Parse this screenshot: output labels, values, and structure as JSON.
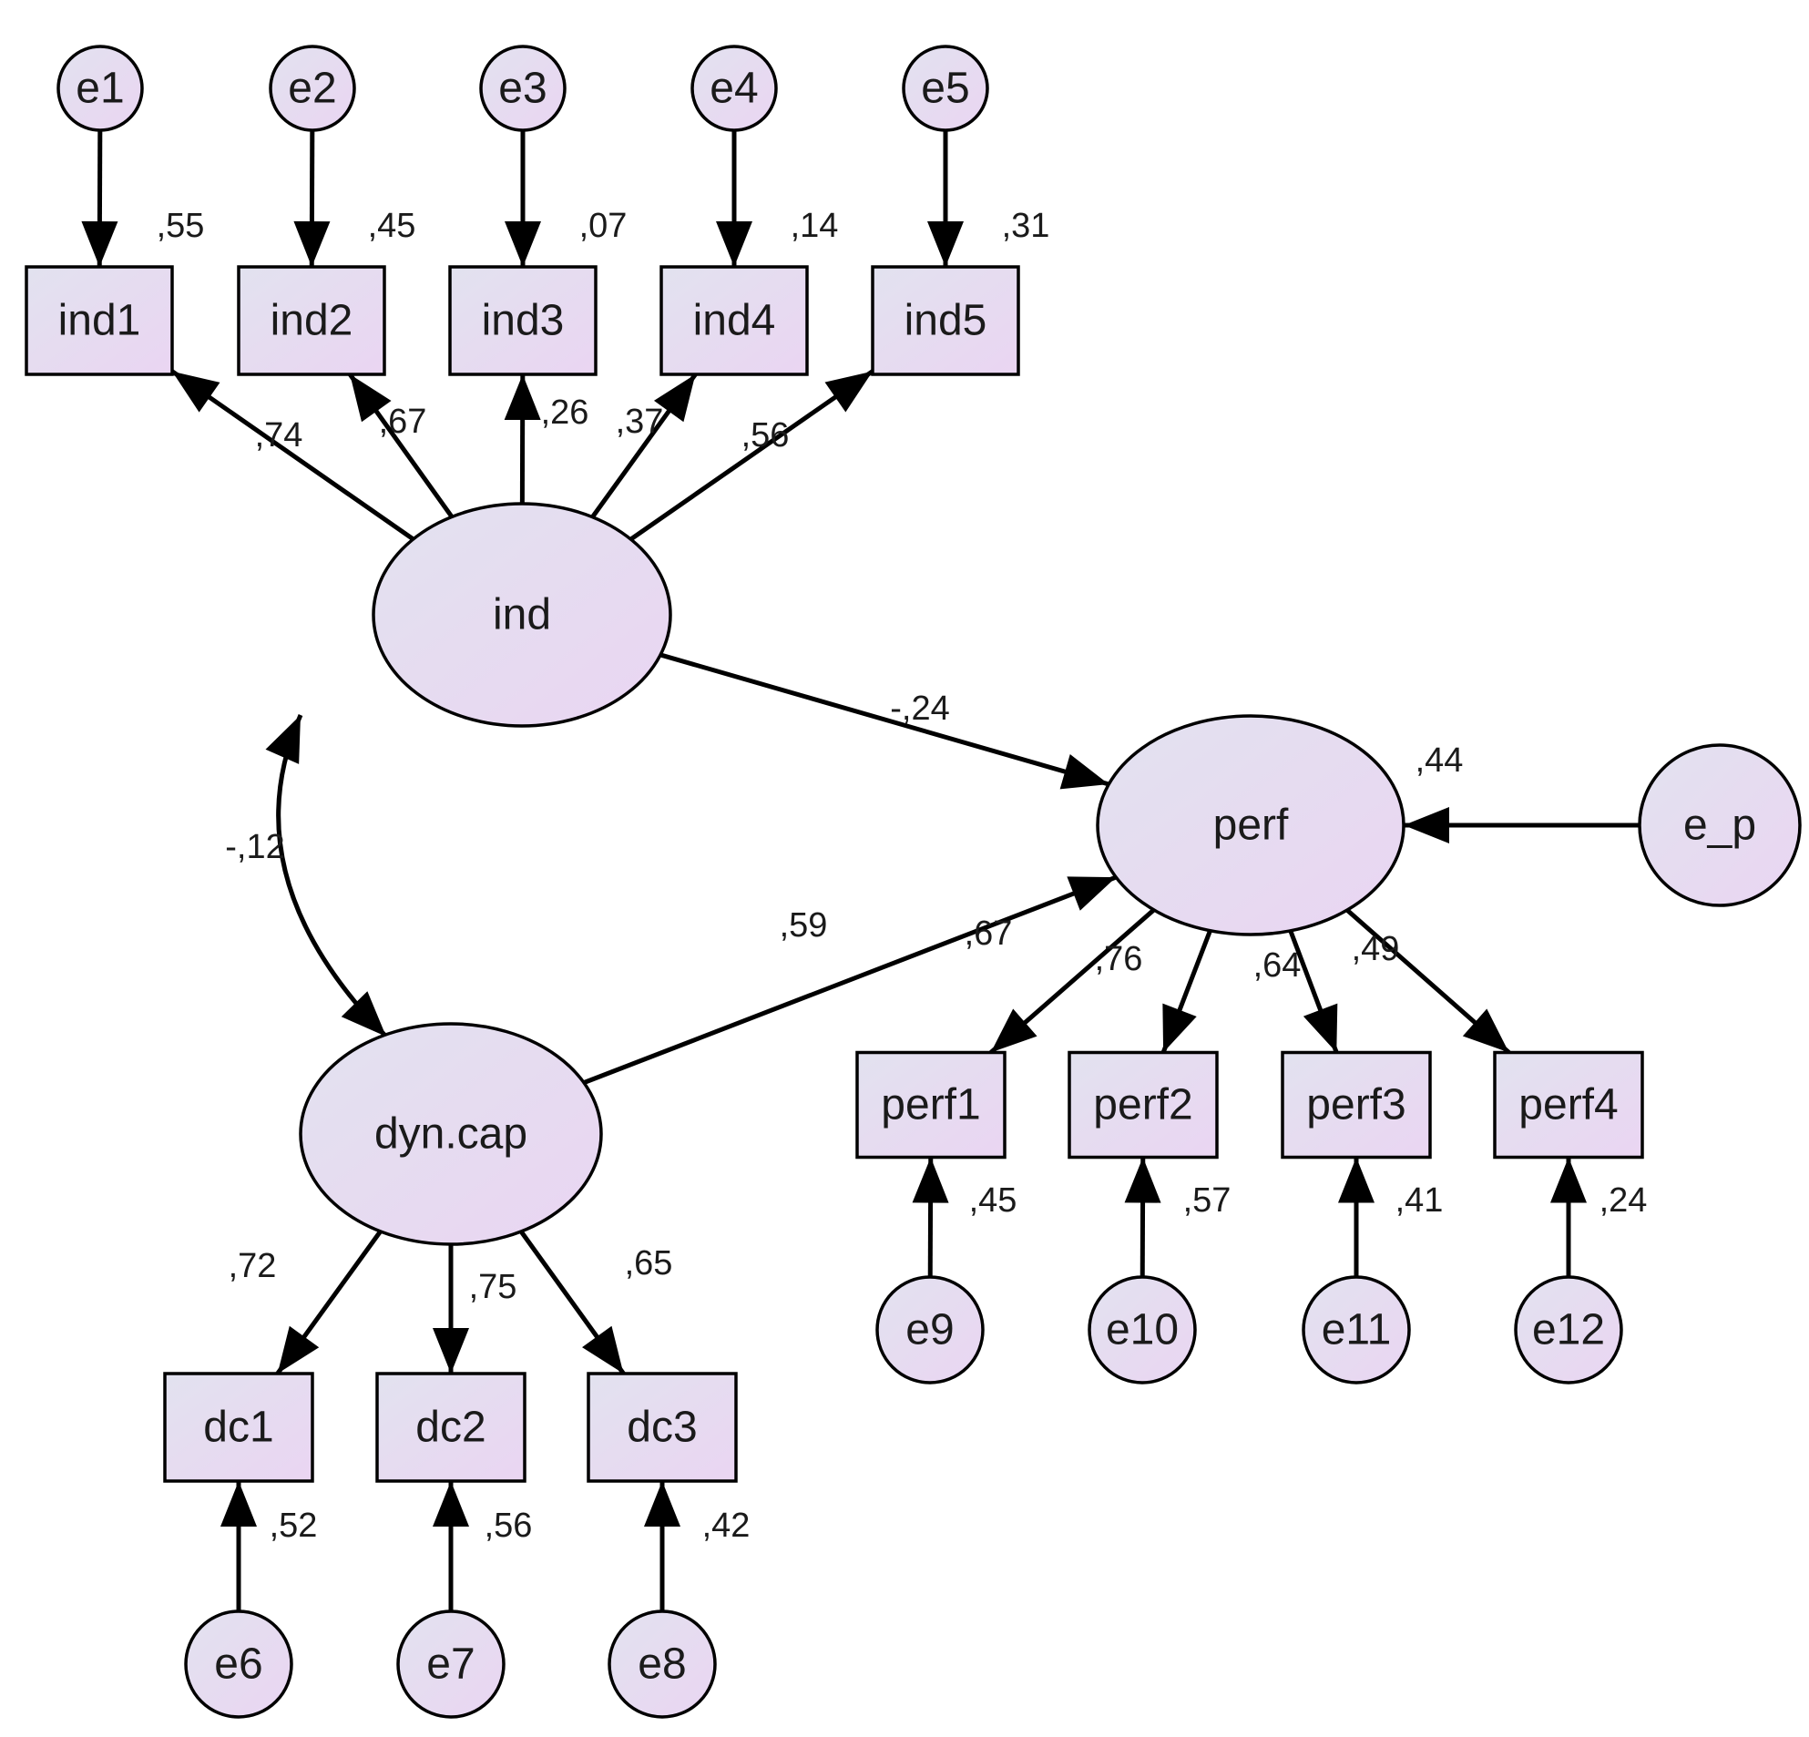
{
  "colors": {
    "node_fill_start": "#e2e2ef",
    "node_fill_end": "#ead5f2",
    "stroke": "#000000",
    "text": "#1a1a1a"
  },
  "nodes": [
    {
      "id": "e1",
      "label": "e1",
      "kind": "error"
    },
    {
      "id": "e2",
      "label": "e2",
      "kind": "error"
    },
    {
      "id": "e3",
      "label": "e3",
      "kind": "error"
    },
    {
      "id": "e4",
      "label": "e4",
      "kind": "error"
    },
    {
      "id": "e5",
      "label": "e5",
      "kind": "error"
    },
    {
      "id": "ind1",
      "label": "ind1",
      "kind": "observed"
    },
    {
      "id": "ind2",
      "label": "ind2",
      "kind": "observed"
    },
    {
      "id": "ind3",
      "label": "ind3",
      "kind": "observed"
    },
    {
      "id": "ind4",
      "label": "ind4",
      "kind": "observed"
    },
    {
      "id": "ind5",
      "label": "ind5",
      "kind": "observed"
    },
    {
      "id": "ind",
      "label": "ind",
      "kind": "latent"
    },
    {
      "id": "perf",
      "label": "perf",
      "kind": "latent"
    },
    {
      "id": "e_p",
      "label": "e_p",
      "kind": "error"
    },
    {
      "id": "dyncap",
      "label": "dyn.cap",
      "kind": "latent"
    },
    {
      "id": "perf1",
      "label": "perf1",
      "kind": "observed"
    },
    {
      "id": "perf2",
      "label": "perf2",
      "kind": "observed"
    },
    {
      "id": "perf3",
      "label": "perf3",
      "kind": "observed"
    },
    {
      "id": "perf4",
      "label": "perf4",
      "kind": "observed"
    },
    {
      "id": "e9",
      "label": "e9",
      "kind": "error"
    },
    {
      "id": "e10",
      "label": "e10",
      "kind": "error"
    },
    {
      "id": "e11",
      "label": "e11",
      "kind": "error"
    },
    {
      "id": "e12",
      "label": "e12",
      "kind": "error"
    },
    {
      "id": "dc1",
      "label": "dc1",
      "kind": "observed"
    },
    {
      "id": "dc2",
      "label": "dc2",
      "kind": "observed"
    },
    {
      "id": "dc3",
      "label": "dc3",
      "kind": "observed"
    },
    {
      "id": "e6",
      "label": "e6",
      "kind": "error"
    },
    {
      "id": "e7",
      "label": "e7",
      "kind": "error"
    },
    {
      "id": "e8",
      "label": "e8",
      "kind": "error"
    }
  ],
  "edges": [
    {
      "from": "e1",
      "to": "ind1",
      "type": "directed"
    },
    {
      "from": "e2",
      "to": "ind2",
      "type": "directed"
    },
    {
      "from": "e3",
      "to": "ind3",
      "type": "directed"
    },
    {
      "from": "e4",
      "to": "ind4",
      "type": "directed"
    },
    {
      "from": "e5",
      "to": "ind5",
      "type": "directed"
    },
    {
      "from": "ind",
      "to": "ind1",
      "type": "directed",
      "label": ",74"
    },
    {
      "from": "ind",
      "to": "ind2",
      "type": "directed",
      "label": ",67"
    },
    {
      "from": "ind",
      "to": "ind3",
      "type": "directed",
      "label": ",26"
    },
    {
      "from": "ind",
      "to": "ind4",
      "type": "directed",
      "label": ",37"
    },
    {
      "from": "ind",
      "to": "ind5",
      "type": "directed",
      "label": ",56"
    },
    {
      "from": "ind",
      "to": "perf",
      "type": "directed",
      "label": "-,24"
    },
    {
      "from": "dyncap",
      "to": "perf",
      "type": "directed",
      "label": ",59"
    },
    {
      "from": "e_p",
      "to": "perf",
      "type": "directed"
    },
    {
      "from": "ind",
      "to": "dyncap",
      "type": "covariance",
      "label": "-,12"
    },
    {
      "from": "perf",
      "to": "perf1",
      "type": "directed",
      "label": ",67"
    },
    {
      "from": "perf",
      "to": "perf2",
      "type": "directed",
      "label": ",76"
    },
    {
      "from": "perf",
      "to": "perf3",
      "type": "directed",
      "label": ",64"
    },
    {
      "from": "perf",
      "to": "perf4",
      "type": "directed",
      "label": ",49"
    },
    {
      "from": "e9",
      "to": "perf1",
      "type": "directed"
    },
    {
      "from": "e10",
      "to": "perf2",
      "type": "directed"
    },
    {
      "from": "e11",
      "to": "perf3",
      "type": "directed"
    },
    {
      "from": "e12",
      "to": "perf4",
      "type": "directed"
    },
    {
      "from": "dyncap",
      "to": "dc1",
      "type": "directed",
      "label": ",72"
    },
    {
      "from": "dyncap",
      "to": "dc2",
      "type": "directed",
      "label": ",75"
    },
    {
      "from": "dyncap",
      "to": "dc3",
      "type": "directed",
      "label": ",65"
    },
    {
      "from": "e6",
      "to": "dc1",
      "type": "directed"
    },
    {
      "from": "e7",
      "to": "dc2",
      "type": "directed"
    },
    {
      "from": "e8",
      "to": "dc3",
      "type": "directed"
    }
  ],
  "squared_multiple_correlations": [
    {
      "node": "ind1",
      "label": ",55"
    },
    {
      "node": "ind2",
      "label": ",45"
    },
    {
      "node": "ind3",
      "label": ",07"
    },
    {
      "node": "ind4",
      "label": ",14"
    },
    {
      "node": "ind5",
      "label": ",31"
    },
    {
      "node": "perf",
      "label": ",44"
    },
    {
      "node": "perf1",
      "label": ",45"
    },
    {
      "node": "perf2",
      "label": ",57"
    },
    {
      "node": "perf3",
      "label": ",41"
    },
    {
      "node": "perf4",
      "label": ",24"
    },
    {
      "node": "dc1",
      "label": ",52"
    },
    {
      "node": "dc2",
      "label": ",56"
    },
    {
      "node": "dc3",
      "label": ",42"
    }
  ]
}
